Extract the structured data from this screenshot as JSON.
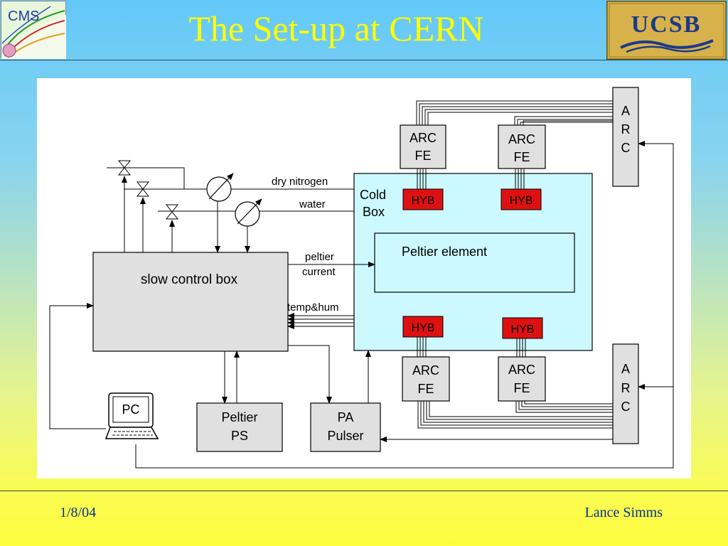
{
  "header": {
    "title": "The Set-up at CERN",
    "cms_logo_text": "CMS",
    "ucsb_logo_text": "UCSB"
  },
  "diagram": {
    "slow_control_box": "slow control box",
    "cold_box_line1": "Cold",
    "cold_box_line2": "Box",
    "peltier_element": "Peltier element",
    "dry_nitrogen": "dry nitrogen",
    "water": "water",
    "peltier_current_line1": "peltier",
    "peltier_current_line2": "current",
    "temp_hum": "temp&hum",
    "arc_fe_line1": "ARC",
    "arc_fe_line2": "FE",
    "hyb": "HYB",
    "arc_vertical": [
      "A",
      "R",
      "C"
    ],
    "pc": "PC",
    "peltier_ps_line1": "Peltier",
    "peltier_ps_line2": "PS",
    "pa_pulser_line1": "PA",
    "pa_pulser_line2": "Pulser"
  },
  "footer": {
    "date": "1/8/04",
    "author": "Lance Simms"
  },
  "colors": {
    "title": "#ffff00",
    "footer_text": "#003399",
    "hyb_fill": "#dd1111",
    "cold_box_fill": "#ccf8ff",
    "box_fill": "#e0e0e0"
  }
}
